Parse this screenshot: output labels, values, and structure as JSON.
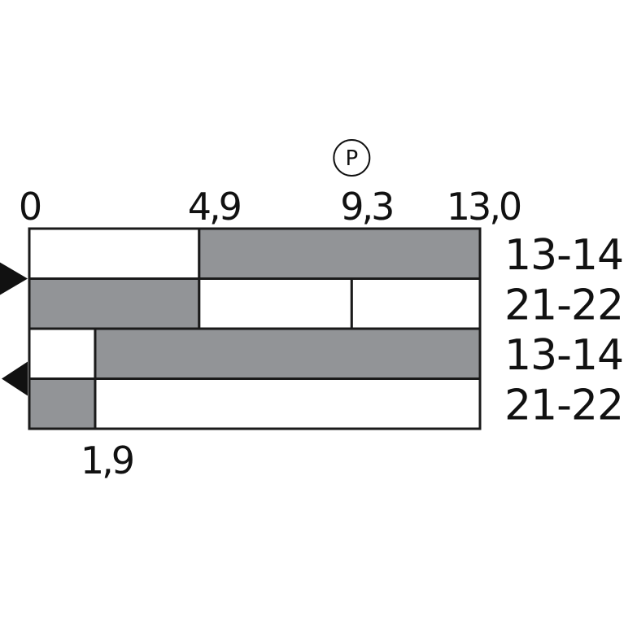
{
  "diagram": {
    "top_ticks": [
      {
        "value": 0,
        "label": "0"
      },
      {
        "value": 4.9,
        "label": "4,9"
      },
      {
        "value": 9.3,
        "label": "9,3"
      },
      {
        "value": 13.0,
        "label": "13,0"
      }
    ],
    "bottom_ticks": [
      {
        "value": 1.9,
        "label": "1,9"
      }
    ],
    "marker": {
      "value": 9.3,
      "letter": "P"
    },
    "range": [
      0,
      13.0
    ],
    "rows": [
      {
        "label": "13-14",
        "segments": [
          {
            "from": 0,
            "to": 4.9,
            "state": "open"
          },
          {
            "from": 4.9,
            "to": 13.0,
            "state": "closed"
          }
        ]
      },
      {
        "label": "21-22",
        "segments": [
          {
            "from": 0,
            "to": 4.9,
            "state": "closed"
          },
          {
            "from": 4.9,
            "to": 9.3,
            "state": "open"
          },
          {
            "from": 9.3,
            "to": 13.0,
            "state": "open"
          }
        ]
      },
      {
        "label": "13-14",
        "segments": [
          {
            "from": 0,
            "to": 1.9,
            "state": "open"
          },
          {
            "from": 1.9,
            "to": 13.0,
            "state": "closed"
          }
        ]
      },
      {
        "label": "21-22",
        "segments": [
          {
            "from": 0,
            "to": 1.9,
            "state": "closed"
          },
          {
            "from": 1.9,
            "to": 13.0,
            "state": "open"
          }
        ]
      }
    ],
    "arrows": [
      {
        "direction": "right",
        "between_rows": [
          0,
          1
        ],
        "icon": "arrow-right-icon"
      },
      {
        "direction": "left",
        "between_rows": [
          2,
          3
        ],
        "icon": "arrow-left-icon"
      }
    ],
    "colors": {
      "closed": "#929497",
      "open": "#ffffff",
      "stroke": "#1a1a1a"
    }
  }
}
